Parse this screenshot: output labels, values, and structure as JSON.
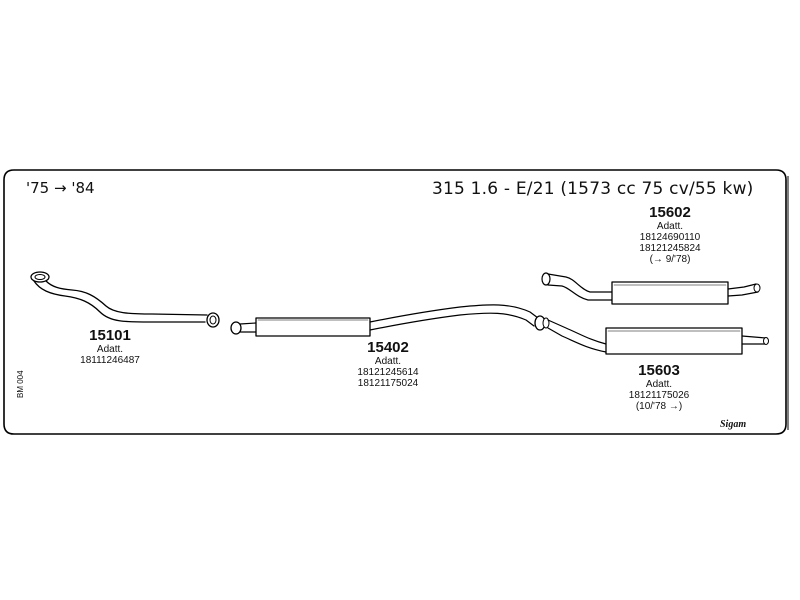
{
  "header": {
    "years": "'75 → '84",
    "model": "315 1.6 - E/21 (1573 cc 75 cv/55 kw)"
  },
  "side_code": "BM 004",
  "brand": "Sigam",
  "parts": [
    {
      "number": "15101",
      "note": "Adatt.",
      "refs": [
        "18111246487"
      ]
    },
    {
      "number": "15402",
      "note": "Adatt.",
      "refs": [
        "18121245614",
        "18121175024"
      ]
    },
    {
      "number": "15602",
      "note": "Adatt.",
      "refs": [
        "18124690110",
        "18121245824",
        "(→ 9/'78)"
      ]
    },
    {
      "number": "15603",
      "note": "Adatt.",
      "refs": [
        "18121175026",
        "(10/'78 →)"
      ]
    }
  ]
}
